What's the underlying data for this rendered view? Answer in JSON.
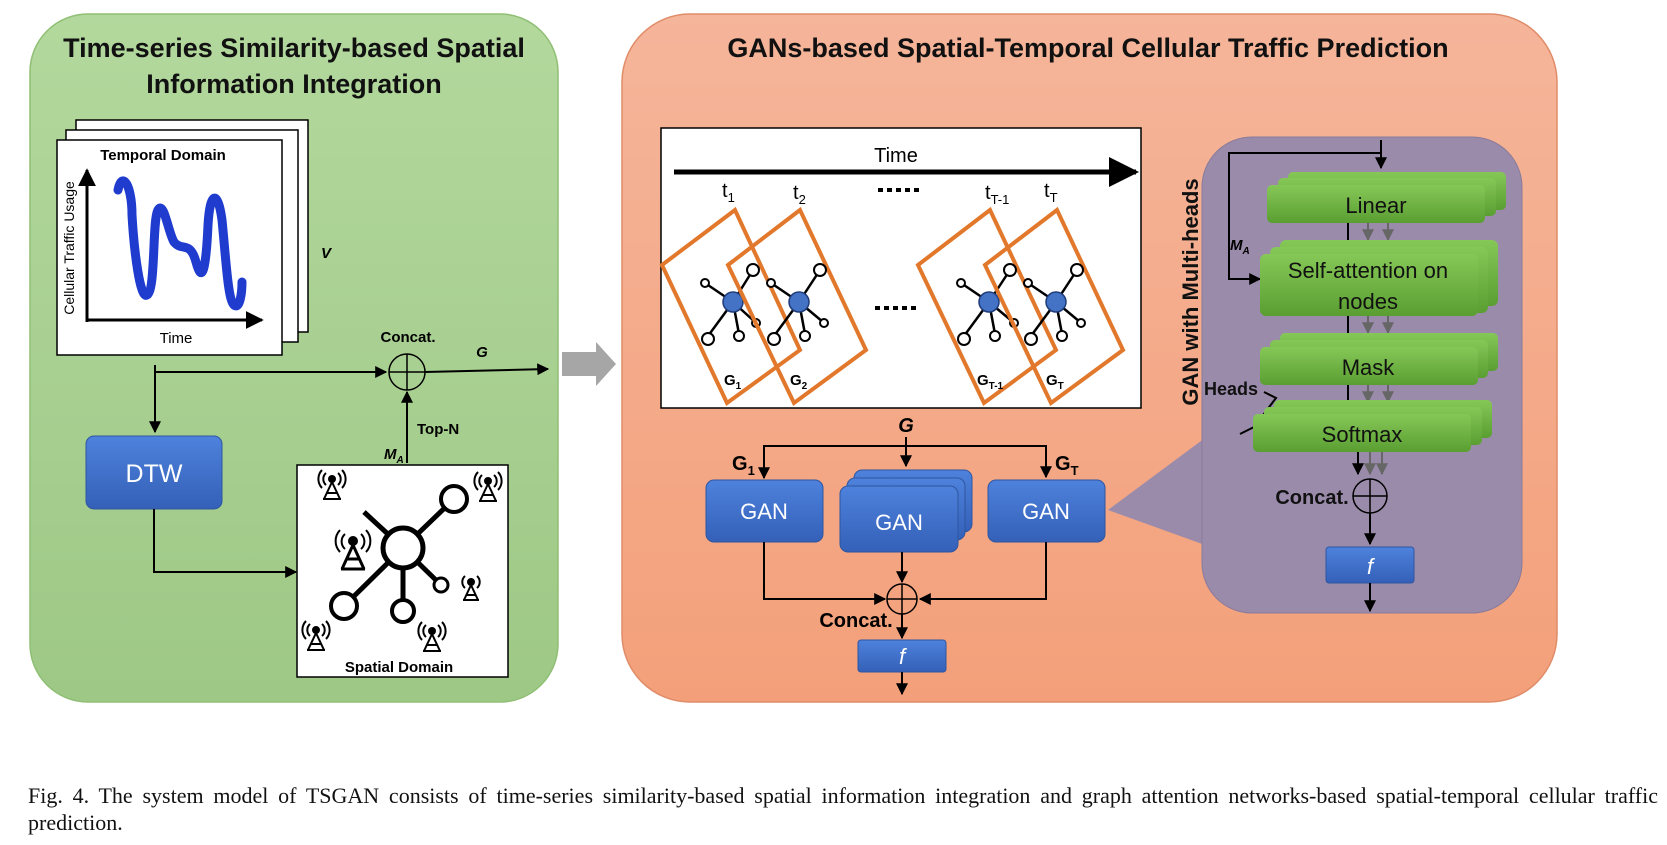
{
  "left_panel": {
    "title_line1": "Time-series Similarity-based Spatial",
    "title_line2": "Information Integration",
    "temporal_domain": "Temporal Domain",
    "y_axis": "Cellular Traffic Usage",
    "x_axis": "Time",
    "v_label": "V",
    "concat": "Concat.",
    "g_label": "G",
    "top_n": "Top-N",
    "ma_main": "M",
    "ma_sub": "A",
    "dtw": "DTW",
    "spatial_domain": "Spatial Domain"
  },
  "right_panel": {
    "title": "GANs-based Spatial-Temporal Cellular Traffic Prediction",
    "time_label": "Time",
    "t1": "t",
    "t1_sub": "1",
    "t2": "t",
    "t2_sub": "2",
    "ttm1": "t",
    "ttm1_sub": "T-1",
    "tt": "t",
    "tt_sub": "T",
    "g1": "G",
    "g1_sub": "1",
    "g2": "G",
    "g2_sub": "2",
    "gtm1": "G",
    "gtm1_sub": "T-1",
    "gt": "G",
    "gt_sub": "T",
    "g_top": "G",
    "in_g1": "G",
    "in_g1_sub": "1",
    "in_gt": "G",
    "in_gt_sub": "T",
    "gan1": "GAN",
    "gan2": "GAN",
    "gan3": "GAN",
    "concat": "Concat.",
    "f": "f"
  },
  "gan_detail": {
    "vertical_title": "GAN with Multi-heads",
    "ma_main": "M",
    "ma_sub": "A",
    "linear": "Linear",
    "self_attn_line1": "Self-attention on",
    "self_attn_line2": "nodes",
    "mask": "Mask",
    "heads": "Heads",
    "softmax": "Softmax",
    "concat": "Concat.",
    "f": "f"
  },
  "caption": "Fig. 4.  The system model of TSGAN consists of time-series similarity-based spatial information integration and graph attention networks-based spatial-temporal cellular traffic prediction.",
  "colors": {
    "left_bg": "#a6cf8e",
    "right_bg": "#f4a582",
    "purple_bg": "#9b8bab",
    "blue_box": "#3f6fcc",
    "green_box": "#6db33f",
    "orange_frame": "#e2782b",
    "node_blue": "#4472c4"
  }
}
